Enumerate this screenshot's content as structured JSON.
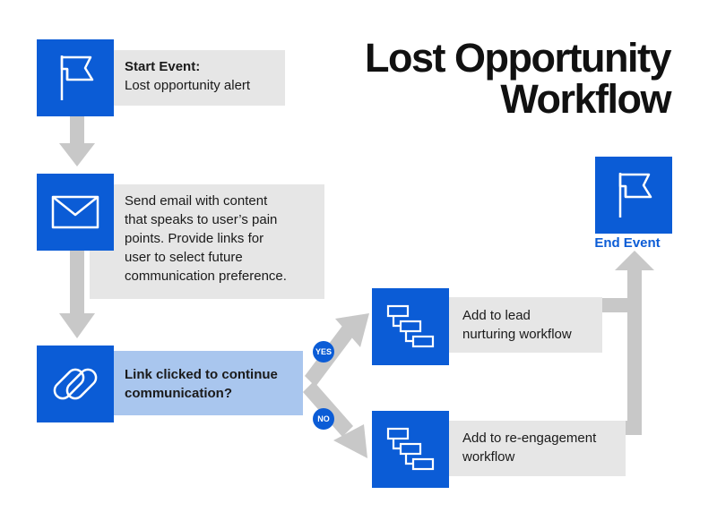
{
  "title": {
    "line1": "Lost Opportunity",
    "line2": "Workflow"
  },
  "colors": {
    "accent": "#0b5cd6",
    "panel": "#e6e6e6",
    "highlight_panel": "#a9c6ee",
    "arrow": "#c8c8c8"
  },
  "steps": {
    "start": {
      "heading": "Start Event:",
      "text": "Lost opportunity alert",
      "icon": "flag-icon"
    },
    "email": {
      "lines": [
        "Send email with content",
        "that speaks to user’s pain",
        "points. Provide links for",
        "user to select future",
        "communication preference."
      ],
      "icon": "envelope-icon"
    },
    "decision": {
      "lines": [
        "Link clicked to continue",
        "communication?"
      ],
      "icon": "link-icon"
    },
    "nurture": {
      "lines": [
        "Add to lead",
        "nurturing workflow"
      ],
      "icon": "workflow-icon"
    },
    "reengage": {
      "lines": [
        "Add to re-engagement",
        "workflow"
      ],
      "icon": "workflow-icon"
    },
    "end": {
      "label": "End Event",
      "icon": "flag-icon"
    }
  },
  "branches": {
    "yes": "YES",
    "no": "NO"
  }
}
